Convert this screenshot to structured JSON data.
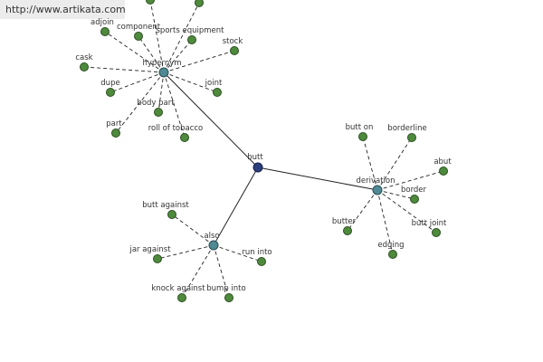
{
  "watermark": "http://www.artikata.com",
  "colors": {
    "leaf": "#4e8a3c",
    "leaf_stroke": "#2c4f22",
    "hub": "#4f8a94",
    "hub_stroke": "#2b4c52",
    "center": "#2b3f7e",
    "center_stroke": "#15204a",
    "edge": "#222222"
  },
  "graph": {
    "center": {
      "id": "butt",
      "label": "butt"
    },
    "hubs": [
      {
        "id": "hypernym",
        "label": "hypernym",
        "leaves": [
          "adjoin",
          "component",
          "sports equipment",
          "stock",
          "cask",
          "dupe",
          "joint",
          "body part",
          "part",
          "roll of tobacco",
          "",
          ""
        ]
      },
      {
        "id": "derivation",
        "label": "derivation",
        "leaves": [
          "butt on",
          "borderline",
          "abut",
          "border",
          "butt joint",
          "butter",
          "edging"
        ]
      },
      {
        "id": "also",
        "label": "also",
        "leaves": [
          "butt against",
          "jar against",
          "run into",
          "knock against",
          "bump into"
        ]
      }
    ]
  }
}
